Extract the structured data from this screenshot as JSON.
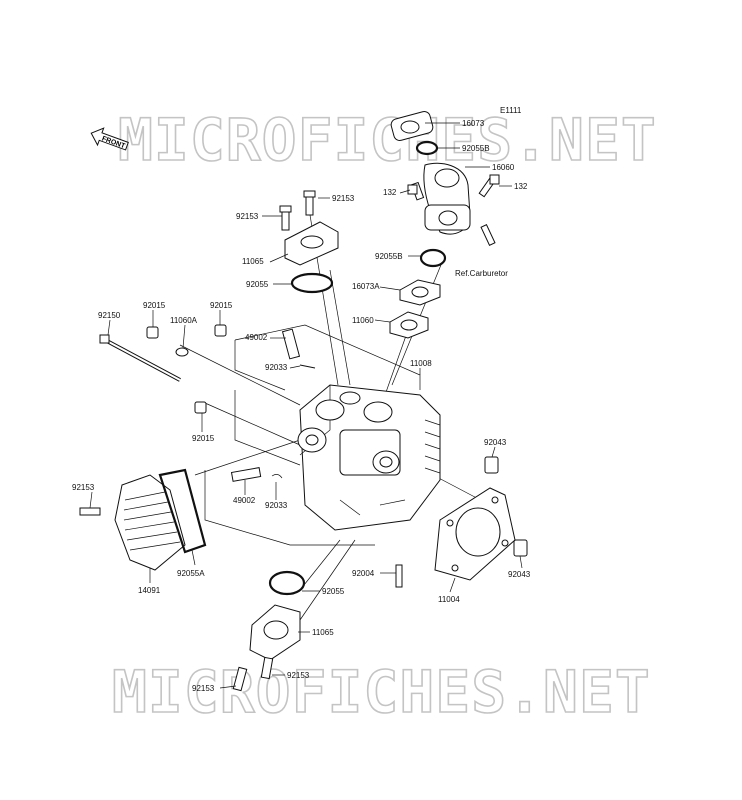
{
  "diagram_id": "E1111",
  "watermark": "MICROFICHES.NET",
  "front_label": "FRONT",
  "reference_note": "Ref.Carburetor",
  "labels": {
    "p16073": "16073",
    "p92055B_top": "92055B",
    "p16060": "16060",
    "p132_left": "132",
    "p132_right": "132",
    "p92055B_mid": "92055B",
    "p16073A": "16073A",
    "p11060": "11060",
    "p11008": "11008",
    "p92153_top": "92153",
    "p92153_top_left": "92153",
    "p11065_top": "11065",
    "p92055_top": "92055",
    "p92150": "92150",
    "p92015_a": "92015",
    "p11060A": "11060A",
    "p92015_b": "92015",
    "p49002_top": "49002",
    "p92033_top": "92033",
    "p92015_c": "92015",
    "p92043_top": "92043",
    "p92153_left": "92153",
    "p49002_low": "49002",
    "p92033_low": "92033",
    "p92055A": "92055A",
    "p14091": "14091",
    "p92004": "92004",
    "p11004": "11004",
    "p92043_low": "92043",
    "p92055_low": "92055",
    "p11065_low": "11065",
    "p92153_low_left": "92153",
    "p92153_low_right": "92153"
  }
}
